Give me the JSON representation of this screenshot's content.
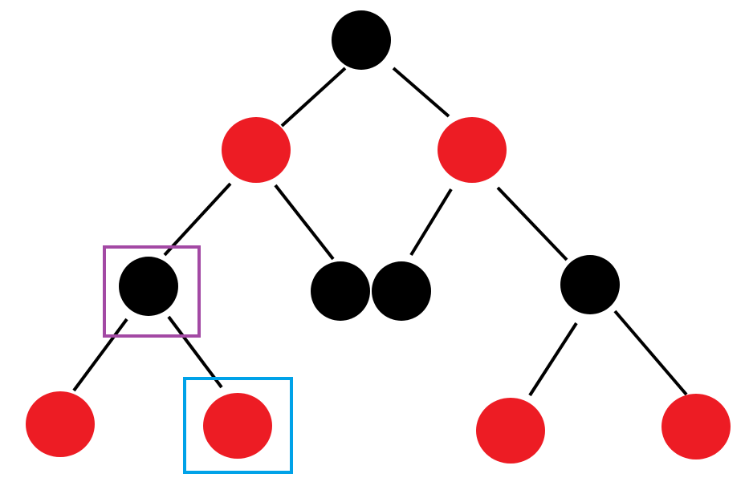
{
  "colors": {
    "black_node": "#000000",
    "red_node": "#ed1c24",
    "edge": "#000000",
    "highlight_purple": "#a349a4",
    "highlight_blue": "#00a2e8",
    "background": "#ffffff"
  },
  "nodes": [
    {
      "id": "root",
      "color": "black"
    },
    {
      "id": "left-child",
      "color": "red"
    },
    {
      "id": "right-child",
      "color": "red"
    },
    {
      "id": "left-left",
      "color": "black"
    },
    {
      "id": "left-right",
      "color": "black"
    },
    {
      "id": "right-left",
      "color": "black"
    },
    {
      "id": "right-right",
      "color": "black"
    },
    {
      "id": "left-left-left",
      "color": "red"
    },
    {
      "id": "left-left-right",
      "color": "red"
    },
    {
      "id": "right-right-left",
      "color": "red"
    },
    {
      "id": "right-right-right",
      "color": "red"
    }
  ],
  "edges": [
    [
      "root",
      "left-child"
    ],
    [
      "root",
      "right-child"
    ],
    [
      "left-child",
      "left-left"
    ],
    [
      "left-child",
      "left-right"
    ],
    [
      "right-child",
      "right-left"
    ],
    [
      "right-child",
      "right-right"
    ],
    [
      "left-left",
      "left-left-left"
    ],
    [
      "left-left",
      "left-left-right"
    ],
    [
      "right-right",
      "right-right-left"
    ],
    [
      "right-right",
      "right-right-right"
    ]
  ],
  "highlights": [
    {
      "node": "left-left",
      "color": "purple"
    },
    {
      "node": "left-left-right",
      "color": "blue"
    }
  ]
}
